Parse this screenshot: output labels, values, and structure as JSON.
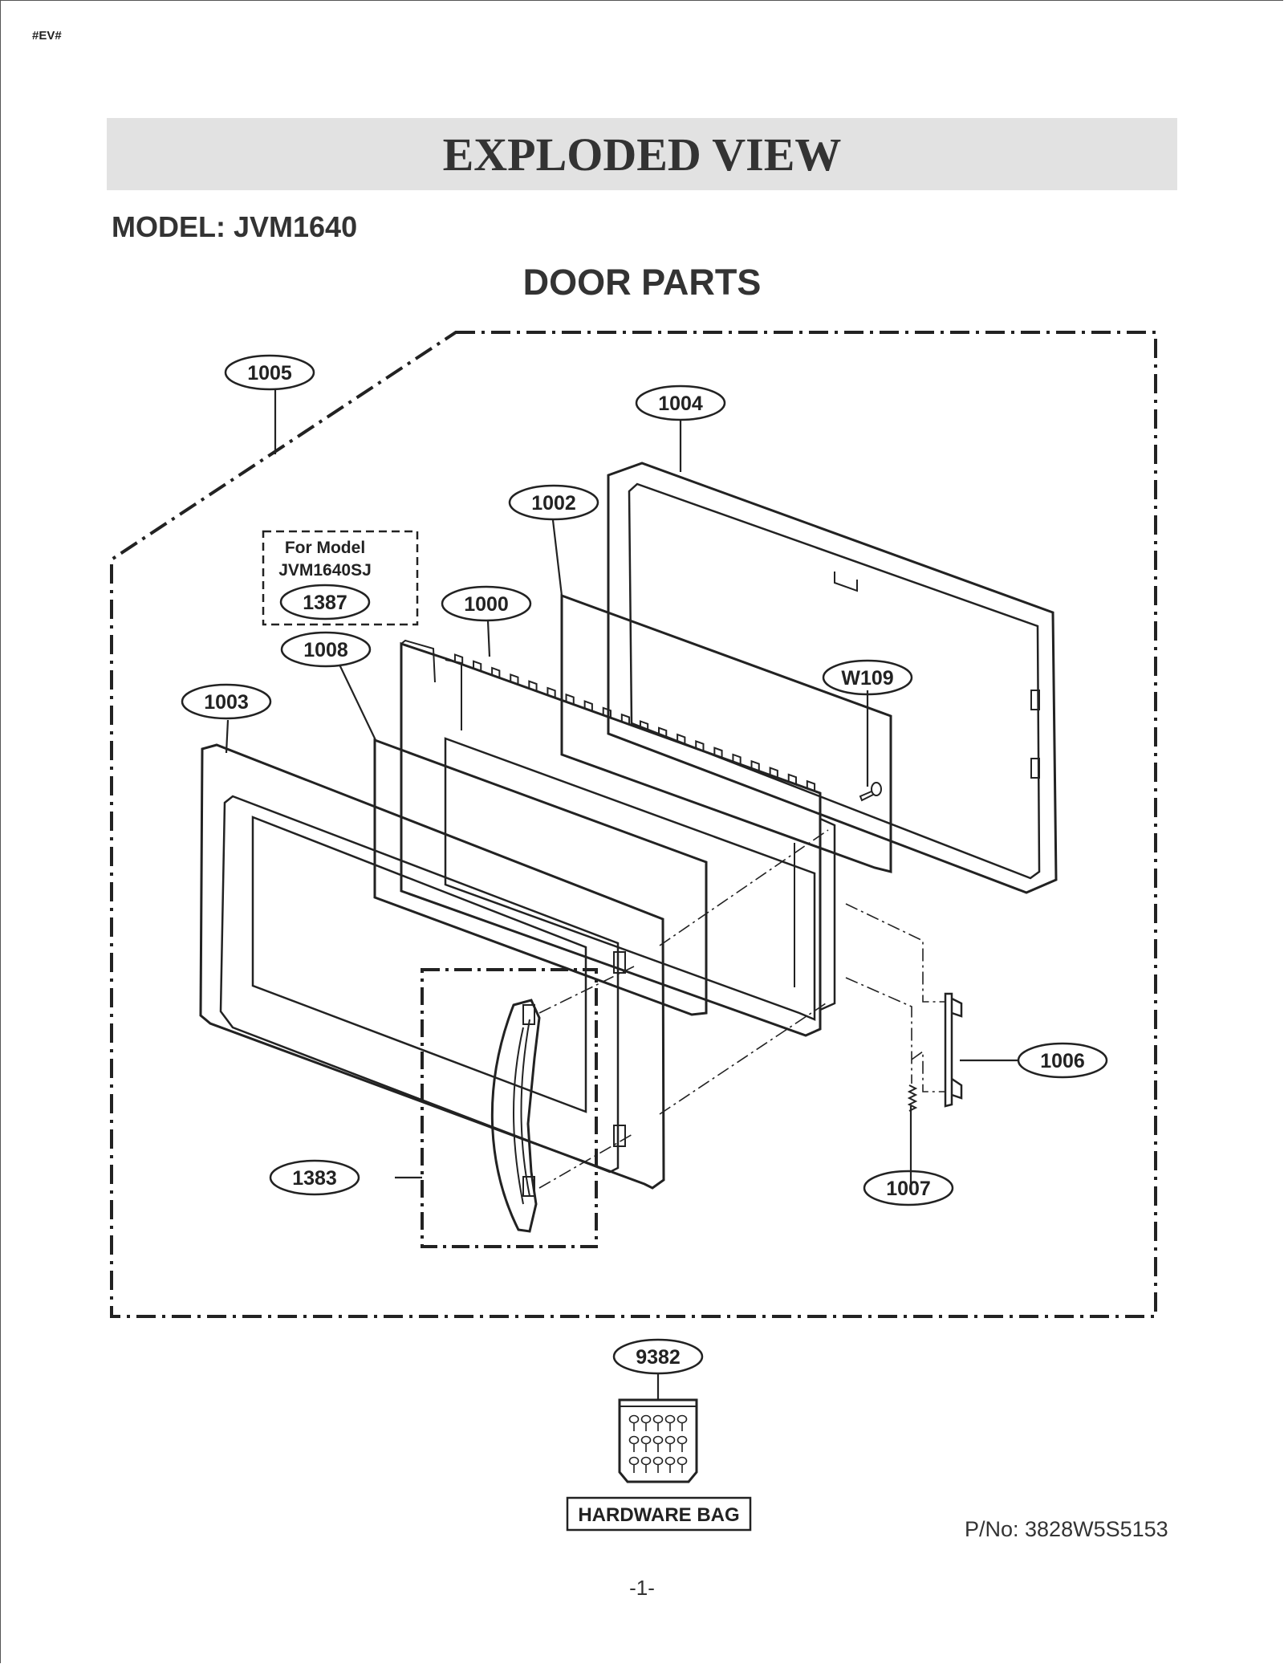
{
  "header": {
    "tag": "#EV#",
    "title": "EXPLODED VIEW",
    "model": "MODEL:  JVM1640",
    "section": "DOOR PARTS"
  },
  "variant_note": {
    "line1": "For Model",
    "line2": "JVM1640SJ"
  },
  "parts": {
    "p1005": "1005",
    "p1004": "1004",
    "p1002": "1002",
    "p1387": "1387",
    "p1000": "1000",
    "p1008": "1008",
    "p1003": "1003",
    "pW109": "W109",
    "p1006": "1006",
    "p1383": "1383",
    "p1007": "1007",
    "p9382": "9382"
  },
  "hardware_bag_label": "HARDWARE BAG",
  "footer": {
    "part_number": "P/No: 3828W5S5153",
    "page": "-1-"
  }
}
